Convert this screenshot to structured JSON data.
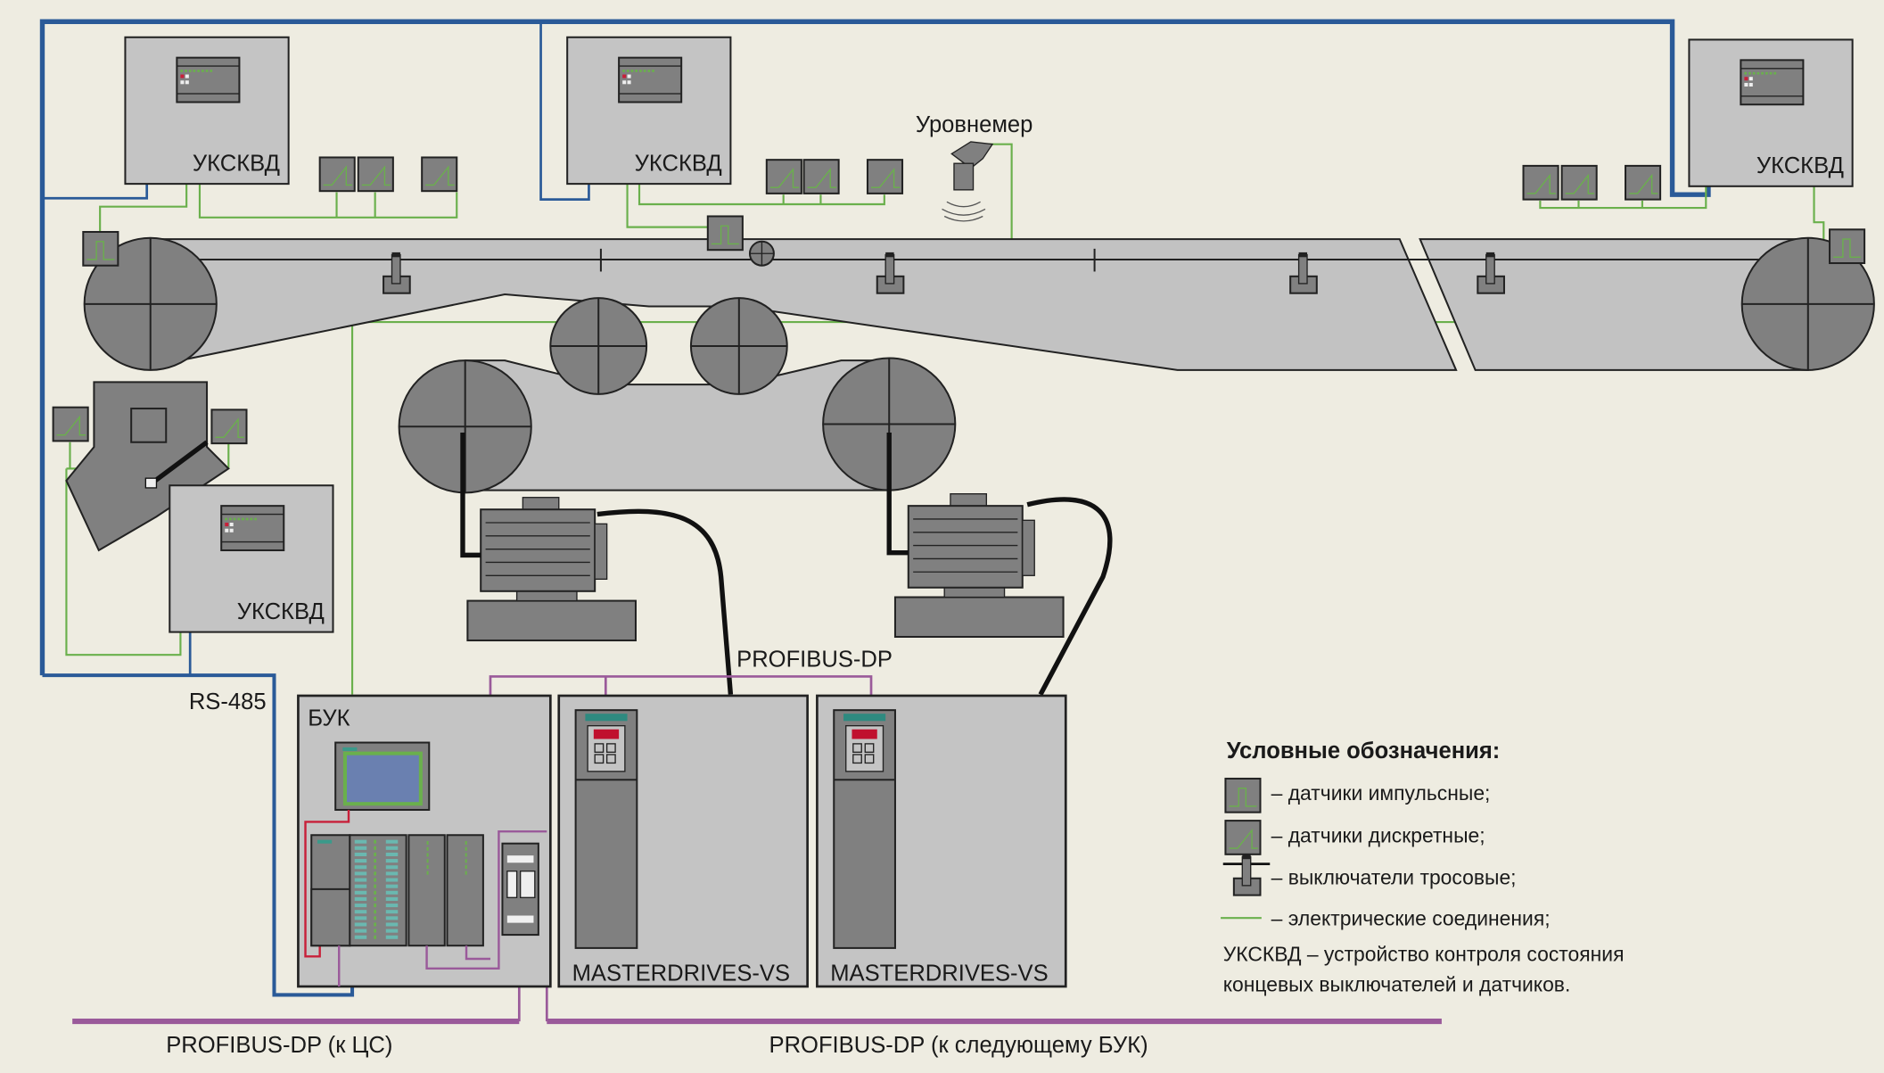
{
  "ukskvd_label": "УКСКВД",
  "level_gauge_label": "Уровнемер",
  "rs485_label": "RS-485",
  "buk_label": "БУК",
  "drives": [
    "MASTERDRIVES-VS",
    "MASTERDRIVES-VS"
  ],
  "profibus_top": "PROFIBUS-DP",
  "profibus_cs": "PROFIBUS-DP (к ЦС)",
  "profibus_next": "PROFIBUS-DP (к следующему БУК)",
  "legend": {
    "title": "Условные обозначения:",
    "items": [
      {
        "icon": "pulse-sensor-icon",
        "text": "– датчики импульсные;"
      },
      {
        "icon": "discrete-sensor-icon",
        "text": "– датчики дискретные;"
      },
      {
        "icon": "rope-switch-icon",
        "text": "– выключатели тросовые;"
      },
      {
        "icon": "wire-icon",
        "text": "– электрические соединения;"
      }
    ],
    "note_line1": "УКСКВД – устройство контроля состояния",
    "note_line2": "концевых выключателей и датчиков."
  },
  "colors": {
    "background": "#eeece1",
    "rs485": "#2a5a98",
    "profibus": "#9a5a9a",
    "wire": "#6ab04c",
    "equipment": "#808080",
    "cabinet": "#c4c4c4"
  }
}
